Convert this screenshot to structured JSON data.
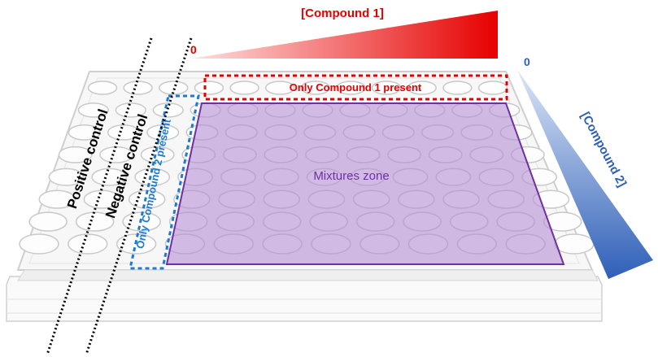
{
  "labels": {
    "compound1_axis": "[Compound 1]",
    "compound1_zero": "0",
    "compound2_axis": "[Compound 2]",
    "compound2_zero": "0",
    "only_compound1": "Only Compound 1 present",
    "only_compound2": "Only Compound 2 present",
    "mixtures_zone": "Mixtures zone",
    "positive_control": "Positive control",
    "negative_control": "Negative control"
  },
  "colors": {
    "compound1": "#e60000",
    "compound2": "#2e5fb8",
    "mixtures_fill": "#b48fd6",
    "mixtures_stroke": "#7030a0",
    "only_compound2_border": "#1e7bd0",
    "control_lines": "#000000",
    "plate_outline": "#d0d0d0"
  },
  "plate": {
    "rows": 8,
    "columns": 12
  }
}
